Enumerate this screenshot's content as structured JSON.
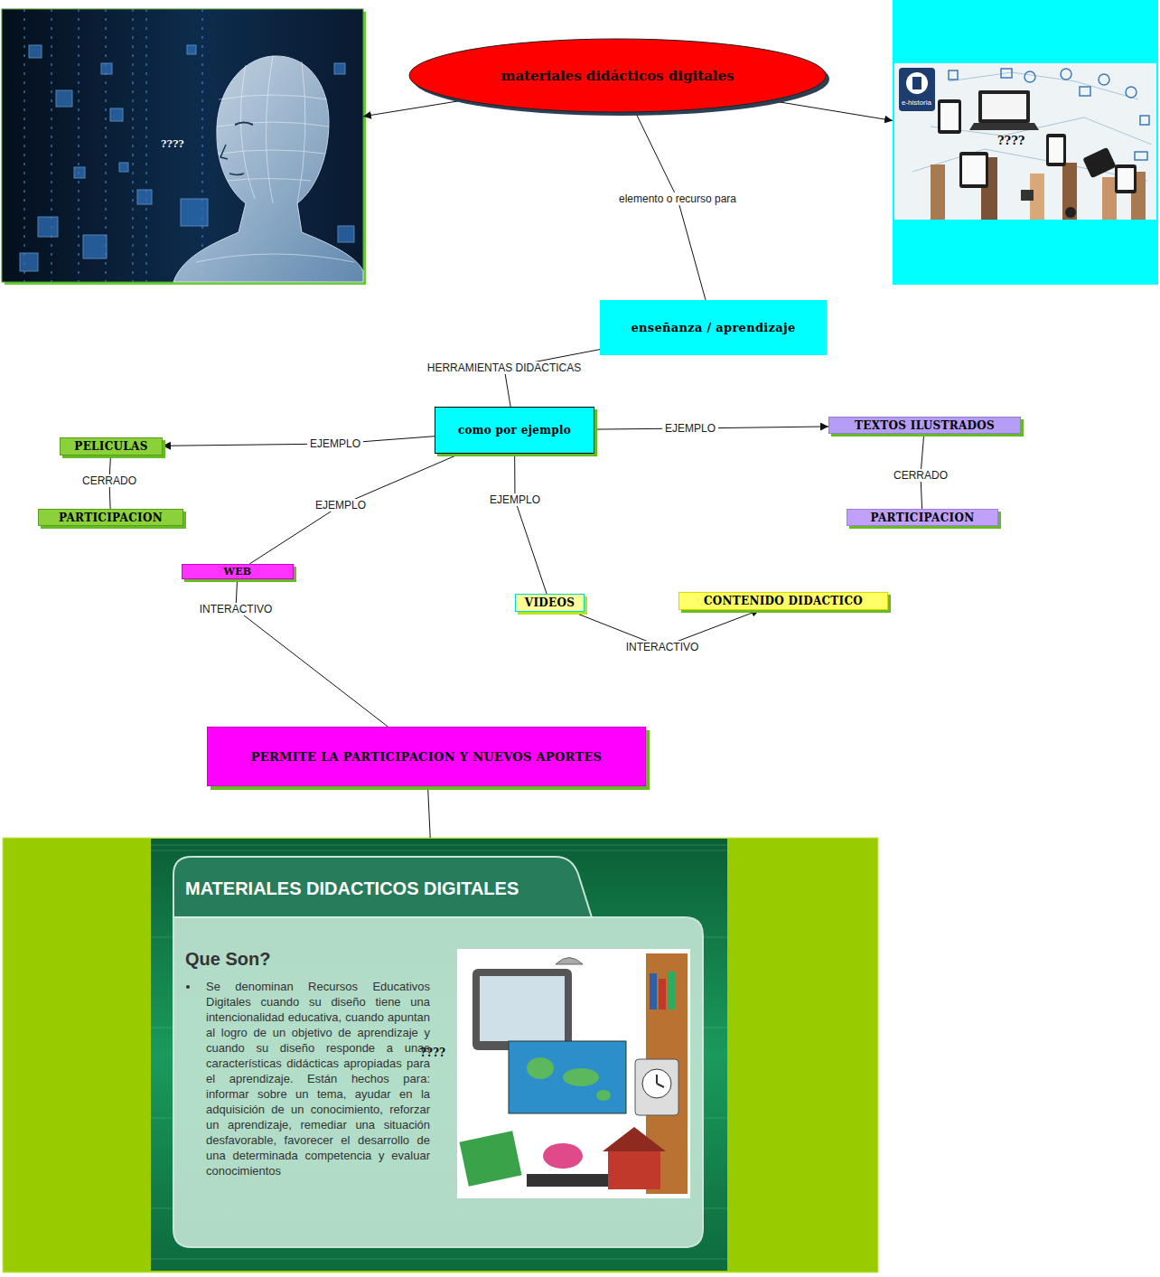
{
  "diagram": {
    "nodes": [
      {
        "text": [
          "????"
        ]
      },
      {
        "text": [
          "materiales didácticos digitales"
        ]
      },
      {
        "text": [
          "e-historia",
          "????"
        ]
      },
      {
        "text": [
          "enseñanza / aprendizaje"
        ]
      },
      {
        "text": [
          "como por ejemplo"
        ]
      },
      {
        "text": [
          "PELICULAS"
        ]
      },
      {
        "text": [
          "TEXTOS ILUSTRADOS"
        ]
      },
      {
        "text": [
          "PARTICIPACION"
        ]
      },
      {
        "text": [
          "PARTICIPACION"
        ]
      },
      {
        "text": [
          "WEB"
        ]
      },
      {
        "text": [
          "VIDEOS"
        ]
      },
      {
        "text": [
          "CONTENIDO DIDACTICO"
        ]
      },
      {
        "text": [
          "PERMITE LA PARTICIPACION Y NUEVOS APORTES"
        ]
      },
      {
        "text": [
          "MATERIALES DIDACTICOS DIGITALES",
          "Que Son?",
          "Se denominan Recursos Educativos Digitales cuando su diseño tiene una intencionalidad educativa, cuando apuntan al logro de un objetivo de aprendizaje y cuando su diseño responde a unas características didácticas apropiadas para el aprendizaje. Están hechos para: informar sobre un tema, ayudar en la adquisición de un conocimiento, reforzar un aprendizaje, remediar una situación desfavorable, favorecer el desarrollo de una determinada competencia y evaluar conocimientos",
          "????"
        ]
      }
    ],
    "edges": [
      {
        "from": 1,
        "to": 0,
        "arrow": "to"
      },
      {
        "from": 1,
        "to": 2,
        "arrow": "to"
      },
      {
        "from": 1,
        "to": 3,
        "label": "elemento o recurso para",
        "arrow": "none"
      },
      {
        "from": 3,
        "to": 4,
        "label": "HERRAMIENTAS DIDACTICAS",
        "arrow": "none"
      },
      {
        "from": 4,
        "to": 5,
        "label": "EJEMPLO",
        "arrow": "to"
      },
      {
        "from": 4,
        "to": 6,
        "label": "EJEMPLO",
        "arrow": "to"
      },
      {
        "from": 4,
        "to": 9,
        "label": "EJEMPLO",
        "arrow": "none"
      },
      {
        "from": 4,
        "to": 10,
        "label": "EJEMPLO",
        "arrow": "none"
      },
      {
        "from": 5,
        "to": 7,
        "label": "CERRADO",
        "arrow": "none"
      },
      {
        "from": 6,
        "to": 8,
        "label": "CERRADO",
        "arrow": "none"
      },
      {
        "from": 9,
        "to": 12,
        "label": "INTERACTIVO",
        "arrow": "none"
      },
      {
        "from": 10,
        "to": 11,
        "label": "INTERACTIVO",
        "arrow": "to"
      },
      {
        "from": 12,
        "to": 13,
        "arrow": "none"
      }
    ]
  }
}
